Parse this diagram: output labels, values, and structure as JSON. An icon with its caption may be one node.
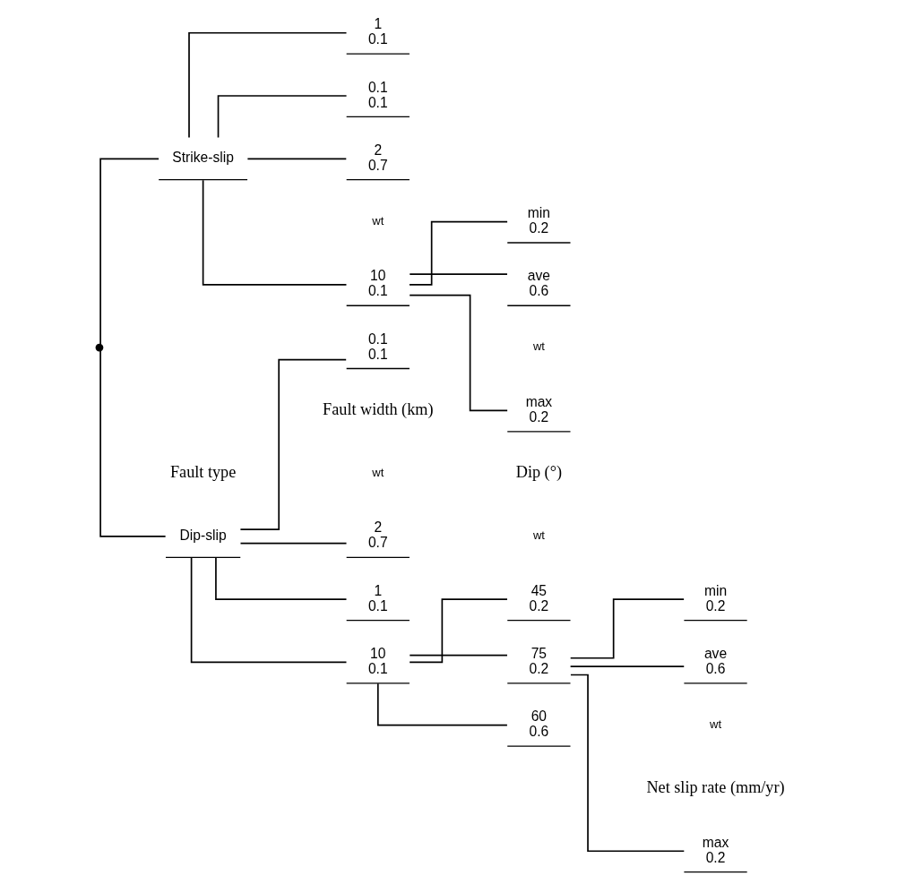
{
  "diagram": {
    "nodes": [
      {
        "text": [],
        "shape": "point"
      },
      {
        "text": [
          "Dip-slip"
        ]
      },
      {
        "text": [
          "10",
          "0.1"
        ]
      },
      {
        "text": [
          "75",
          "0.2"
        ]
      },
      {
        "text": [
          "max",
          "0.2"
        ]
      },
      {
        "text": [
          "ave",
          "0.6"
        ]
      },
      {
        "text": [
          "min",
          "0.2"
        ]
      },
      {
        "text": [
          "60",
          "0.6"
        ]
      },
      {
        "text": [
          "45",
          "0.2"
        ]
      },
      {
        "text": [
          "2",
          "0.7"
        ]
      },
      {
        "text": [
          "1",
          "0.1"
        ]
      },
      {
        "text": [
          "0.1",
          "0.1"
        ]
      },
      {
        "text": [
          "Strike-slip"
        ]
      },
      {
        "text": [
          "10",
          "0.1"
        ]
      },
      {
        "text": [
          "max",
          "0.2"
        ]
      },
      {
        "text": [
          "ave",
          "0.6"
        ]
      },
      {
        "text": [
          "min",
          "0.2"
        ]
      },
      {
        "text": [
          "2",
          "0.7"
        ]
      },
      {
        "text": [
          "1",
          "0.1"
        ]
      },
      {
        "text": [
          "0.1",
          "0.1"
        ]
      }
    ],
    "edges": [
      {
        "from": 0,
        "to": 1,
        "arrow": "none"
      },
      {
        "from": 1,
        "to": 2,
        "arrow": "none"
      },
      {
        "from": 2,
        "to": 3,
        "arrow": "none"
      },
      {
        "from": 3,
        "to": 4,
        "arrow": "none"
      },
      {
        "from": 3,
        "to": 5,
        "arrow": "none"
      },
      {
        "from": 3,
        "to": 6,
        "arrow": "none"
      },
      {
        "from": 2,
        "to": 7,
        "arrow": "none"
      },
      {
        "from": 2,
        "to": 8,
        "arrow": "none"
      },
      {
        "from": 1,
        "to": 9,
        "arrow": "none"
      },
      {
        "from": 1,
        "to": 10,
        "arrow": "none"
      },
      {
        "from": 1,
        "to": 11,
        "arrow": "none"
      },
      {
        "from": 0,
        "to": 12,
        "arrow": "none"
      },
      {
        "from": 12,
        "to": 13,
        "arrow": "none"
      },
      {
        "from": 13,
        "to": 14,
        "arrow": "none"
      },
      {
        "from": 13,
        "to": 15,
        "arrow": "none"
      },
      {
        "from": 13,
        "to": 16,
        "arrow": "none"
      },
      {
        "from": 12,
        "to": 17,
        "arrow": "none"
      },
      {
        "from": 12,
        "to": 18,
        "arrow": "none"
      },
      {
        "from": 12,
        "to": 19,
        "arrow": "none"
      }
    ],
    "labels": [
      "Fault type",
      "Fault width (km)",
      "Dip (°)",
      "Net slip rate (mm/yr)",
      "wt",
      "wt",
      "wt",
      "wt",
      "wt"
    ]
  }
}
